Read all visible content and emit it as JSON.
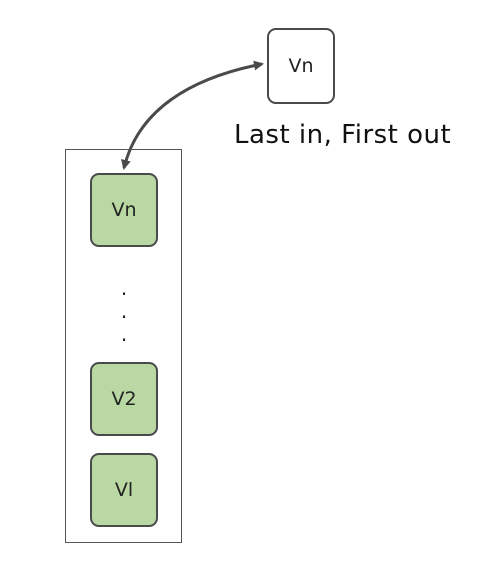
{
  "top_node": {
    "label": "Vn"
  },
  "caption": "Last in, First out",
  "stack": {
    "items": [
      {
        "label": "Vn"
      },
      {
        "label": "V2"
      },
      {
        "label": "Vl"
      }
    ],
    "ellipsis": [
      ".",
      ".",
      "."
    ]
  },
  "colors": {
    "stack_item_fill": "#b9d8a4",
    "border": "#4a4a4a",
    "arrow": "#4a4a4a"
  }
}
